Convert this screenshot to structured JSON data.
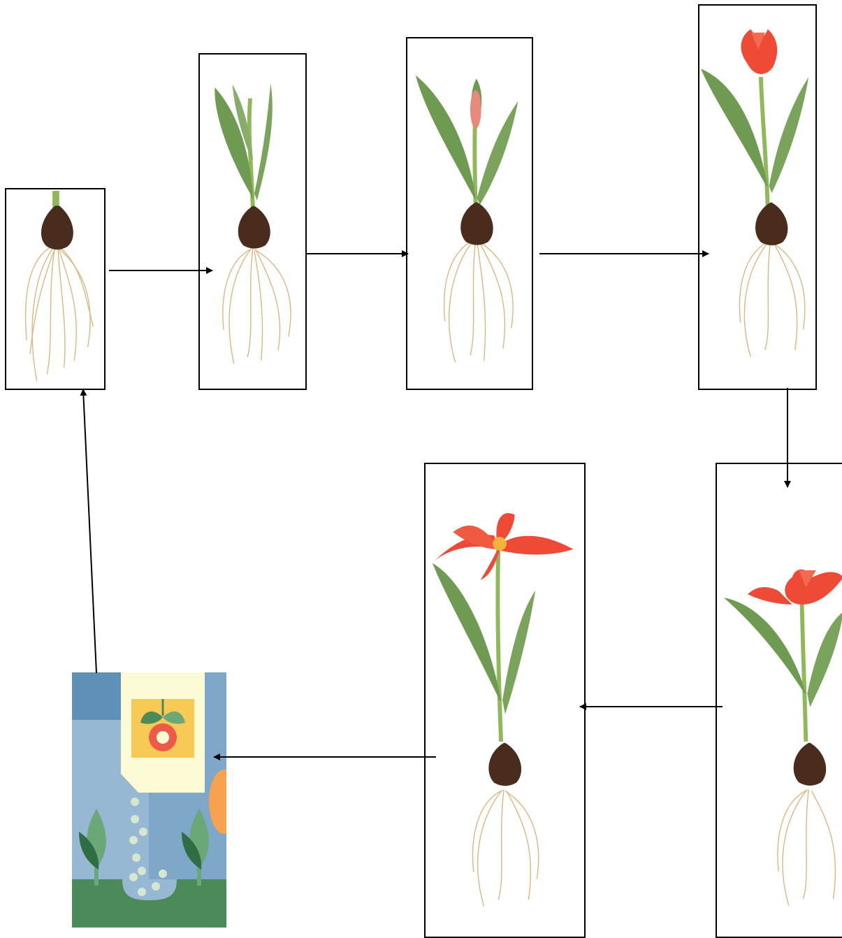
{
  "diagram": {
    "kind": "tulip life cycle",
    "stages": [
      {
        "id": "bulb-roots",
        "icon": "tulip-bulb-icon"
      },
      {
        "id": "leaves-sprouting",
        "icon": "tulip-sprout-icon"
      },
      {
        "id": "flower-bud",
        "icon": "tulip-bud-icon"
      },
      {
        "id": "flower-opening",
        "icon": "tulip-flower-icon"
      },
      {
        "id": "flower-bloom",
        "icon": "tulip-flower-icon"
      },
      {
        "id": "flower-fully-open",
        "icon": "tulip-open-flower-icon"
      },
      {
        "id": "seed-packet",
        "icon": "seed-packet-icon"
      }
    ],
    "colors": {
      "petal": "#ee4a35",
      "leaf": "#6f9a52",
      "stem": "#8fb85a",
      "bulb": "#4a2c1c",
      "roots": "#d9b67e",
      "frame": "#000000",
      "packet_blue": "#97b8d2",
      "packet_dark_blue": "#5f90b8",
      "packet_ground": "#4a8b59",
      "packet_label": "#fdfbd6",
      "packet_flower_bg": "#f7c955"
    }
  }
}
